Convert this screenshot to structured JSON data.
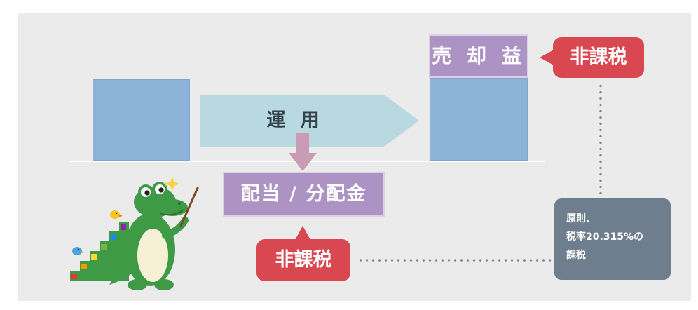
{
  "diagram": {
    "operation_label": "運 用",
    "capital_gain_label": "売 却 益",
    "dividend_label": "配当 / 分配金",
    "tax_badge_top": "非課税",
    "tax_badge_bottom": "非課税",
    "info_box": {
      "line1": "原則、",
      "line2": "税率20.315%の",
      "line3": "課税"
    }
  },
  "colors": {
    "background_panel": "#ebebeb",
    "block_blue": "#8db3d8",
    "arrow_teal": "#b7d9df",
    "purple": "#ad92c4",
    "red_badge": "#d94850",
    "info_gray": "#6e7e8e",
    "down_arrow": "#c99bb4",
    "mascot_green": "#3f9a45"
  },
  "icons": {
    "mascot": "crocodile-teacher-icon",
    "pointer": "pointer-stick-icon",
    "sparkle": "sparkle-icon",
    "bird": "bird-icon"
  }
}
